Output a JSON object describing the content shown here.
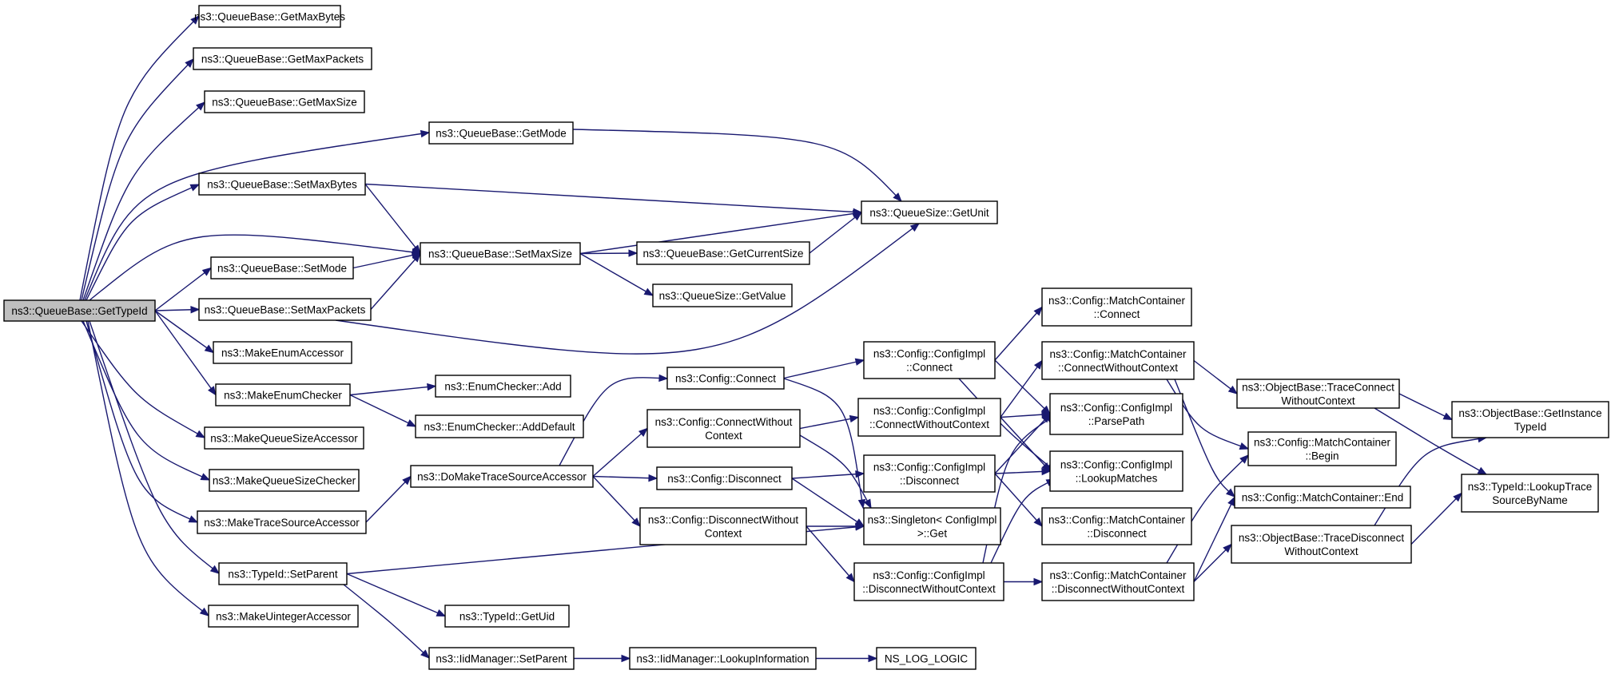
{
  "diagram": {
    "type": "call-graph",
    "colors": {
      "edge": "#191970",
      "root_fill": "#bfbfbf",
      "node_fill": "#ffffff",
      "node_border": "#000000"
    },
    "nodes": [
      {
        "id": "gettypeid",
        "lines": [
          "ns3::QueueBase::GetTypeId"
        ],
        "root": true
      },
      {
        "id": "getmaxbytes",
        "lines": [
          "ns3::QueueBase::GetMaxBytes"
        ]
      },
      {
        "id": "getmaxpackets",
        "lines": [
          "ns3::QueueBase::GetMaxPackets"
        ]
      },
      {
        "id": "getmaxsize",
        "lines": [
          "ns3::QueueBase::GetMaxSize"
        ]
      },
      {
        "id": "getmode",
        "lines": [
          "ns3::QueueBase::GetMode"
        ]
      },
      {
        "id": "setmaxbytes",
        "lines": [
          "ns3::QueueBase::SetMaxBytes"
        ]
      },
      {
        "id": "setmode",
        "lines": [
          "ns3::QueueBase::SetMode"
        ]
      },
      {
        "id": "setmaxpackets",
        "lines": [
          "ns3::QueueBase::SetMaxPackets"
        ]
      },
      {
        "id": "makeenumaccessor",
        "lines": [
          "ns3::MakeEnumAccessor"
        ]
      },
      {
        "id": "makeenumchecker",
        "lines": [
          "ns3::MakeEnumChecker"
        ]
      },
      {
        "id": "makequeuesizeaccessor",
        "lines": [
          "ns3::MakeQueueSizeAccessor"
        ]
      },
      {
        "id": "makequeuesizechecker",
        "lines": [
          "ns3::MakeQueueSizeChecker"
        ]
      },
      {
        "id": "maketracesourceaccessor",
        "lines": [
          "ns3::MakeTraceSourceAccessor"
        ]
      },
      {
        "id": "typeid_setparent",
        "lines": [
          "ns3::TypeId::SetParent"
        ]
      },
      {
        "id": "makeuintegeraccessor",
        "lines": [
          "ns3::MakeUintegerAccessor"
        ]
      },
      {
        "id": "setmaxsize",
        "lines": [
          "ns3::QueueBase::SetMaxSize"
        ]
      },
      {
        "id": "getunit",
        "lines": [
          "ns3::QueueSize::GetUnit"
        ]
      },
      {
        "id": "getcurrentsize",
        "lines": [
          "ns3::QueueBase::GetCurrentSize"
        ]
      },
      {
        "id": "getvalue",
        "lines": [
          "ns3::QueueSize::GetValue"
        ]
      },
      {
        "id": "enum_add",
        "lines": [
          "ns3::EnumChecker::Add"
        ]
      },
      {
        "id": "enum_adddefault",
        "lines": [
          "ns3::EnumChecker::AddDefault"
        ]
      },
      {
        "id": "domaketrace",
        "lines": [
          "ns3::DoMakeTraceSourceAccessor"
        ]
      },
      {
        "id": "typeid_getuid",
        "lines": [
          "ns3::TypeId::GetUid"
        ]
      },
      {
        "id": "iid_setparent",
        "lines": [
          "ns3::IidManager::SetParent"
        ]
      },
      {
        "id": "iid_lookupinfo",
        "lines": [
          "ns3::IidManager::LookupInformation"
        ]
      },
      {
        "id": "ns_log_logic",
        "lines": [
          "NS_LOG_LOGIC"
        ]
      },
      {
        "id": "cfg_connect",
        "lines": [
          "ns3::Config::Connect"
        ]
      },
      {
        "id": "cfg_connectwithout",
        "lines": [
          "ns3::Config::ConnectWithout",
          "Context"
        ]
      },
      {
        "id": "cfg_disconnect",
        "lines": [
          "ns3::Config::Disconnect"
        ]
      },
      {
        "id": "cfg_disconnectwithout",
        "lines": [
          "ns3::Config::DisconnectWithout",
          "Context"
        ]
      },
      {
        "id": "impl_connect",
        "lines": [
          "ns3::Config::ConfigImpl",
          "::Connect"
        ]
      },
      {
        "id": "impl_connectwithoutctx",
        "lines": [
          "ns3::Config::ConfigImpl",
          "::ConnectWithoutContext"
        ]
      },
      {
        "id": "impl_disconnect",
        "lines": [
          "ns3::Config::ConfigImpl",
          "::Disconnect"
        ]
      },
      {
        "id": "singleton_get",
        "lines": [
          "ns3::Singleton< ConfigImpl",
          " >::Get"
        ]
      },
      {
        "id": "impl_disconnectwithoutctx",
        "lines": [
          "ns3::Config::ConfigImpl",
          "::DisconnectWithoutContext"
        ]
      },
      {
        "id": "mc_connect",
        "lines": [
          "ns3::Config::MatchContainer",
          "::Connect"
        ]
      },
      {
        "id": "mc_connectwithoutctx",
        "lines": [
          "ns3::Config::MatchContainer",
          "::ConnectWithoutContext"
        ]
      },
      {
        "id": "impl_parsepath",
        "lines": [
          "ns3::Config::ConfigImpl",
          "::ParsePath"
        ]
      },
      {
        "id": "impl_lookupmatches",
        "lines": [
          "ns3::Config::ConfigImpl",
          "::LookupMatches"
        ]
      },
      {
        "id": "mc_disconnect",
        "lines": [
          "ns3::Config::MatchContainer",
          "::Disconnect"
        ]
      },
      {
        "id": "mc_disconnectwithoutctx",
        "lines": [
          "ns3::Config::MatchContainer",
          "::DisconnectWithoutContext"
        ]
      },
      {
        "id": "ob_traceconnect",
        "lines": [
          "ns3::ObjectBase::TraceConnect",
          "WithoutContext"
        ]
      },
      {
        "id": "mc_begin",
        "lines": [
          "ns3::Config::MatchContainer",
          "::Begin"
        ]
      },
      {
        "id": "mc_end",
        "lines": [
          "ns3::Config::MatchContainer::End"
        ]
      },
      {
        "id": "ob_tracedisconnect",
        "lines": [
          "ns3::ObjectBase::TraceDisconnect",
          "WithoutContext"
        ]
      },
      {
        "id": "ob_getinstancetypeid",
        "lines": [
          "ns3::ObjectBase::GetInstance",
          "TypeId"
        ]
      },
      {
        "id": "typeid_lookuptrace",
        "lines": [
          "ns3::TypeId::LookupTrace",
          "SourceByName"
        ]
      }
    ],
    "edges": [
      [
        "gettypeid",
        "getmaxbytes"
      ],
      [
        "gettypeid",
        "getmaxpackets"
      ],
      [
        "gettypeid",
        "getmaxsize"
      ],
      [
        "gettypeid",
        "getmode"
      ],
      [
        "gettypeid",
        "setmaxbytes"
      ],
      [
        "gettypeid",
        "setmaxsize"
      ],
      [
        "gettypeid",
        "setmode"
      ],
      [
        "gettypeid",
        "setmaxpackets"
      ],
      [
        "gettypeid",
        "makeenumaccessor"
      ],
      [
        "gettypeid",
        "makeenumchecker"
      ],
      [
        "gettypeid",
        "makequeuesizeaccessor"
      ],
      [
        "gettypeid",
        "makequeuesizechecker"
      ],
      [
        "gettypeid",
        "maketracesourceaccessor"
      ],
      [
        "gettypeid",
        "typeid_setparent"
      ],
      [
        "gettypeid",
        "makeuintegeraccessor"
      ],
      [
        "getmode",
        "getunit"
      ],
      [
        "setmaxbytes",
        "getunit"
      ],
      [
        "setmaxbytes",
        "setmaxsize"
      ],
      [
        "setmode",
        "setmaxsize"
      ],
      [
        "setmaxpackets",
        "setmaxsize"
      ],
      [
        "setmaxpackets",
        "getunit"
      ],
      [
        "setmaxsize",
        "getunit"
      ],
      [
        "setmaxsize",
        "getcurrentsize"
      ],
      [
        "setmaxsize",
        "getvalue"
      ],
      [
        "getcurrentsize",
        "getunit"
      ],
      [
        "makeenumchecker",
        "enum_add"
      ],
      [
        "makeenumchecker",
        "enum_adddefault"
      ],
      [
        "maketracesourceaccessor",
        "domaketrace"
      ],
      [
        "typeid_setparent",
        "singleton_get"
      ],
      [
        "typeid_setparent",
        "typeid_getuid"
      ],
      [
        "typeid_setparent",
        "iid_setparent"
      ],
      [
        "iid_setparent",
        "iid_lookupinfo"
      ],
      [
        "iid_lookupinfo",
        "ns_log_logic"
      ],
      [
        "domaketrace",
        "cfg_connect"
      ],
      [
        "domaketrace",
        "cfg_connectwithout"
      ],
      [
        "domaketrace",
        "cfg_disconnect"
      ],
      [
        "domaketrace",
        "cfg_disconnectwithout"
      ],
      [
        "cfg_connect",
        "impl_connect"
      ],
      [
        "cfg_connect",
        "singleton_get"
      ],
      [
        "cfg_connectwithout",
        "impl_connectwithoutctx"
      ],
      [
        "cfg_connectwithout",
        "singleton_get"
      ],
      [
        "cfg_disconnect",
        "impl_disconnect"
      ],
      [
        "cfg_disconnect",
        "singleton_get"
      ],
      [
        "cfg_disconnectwithout",
        "singleton_get"
      ],
      [
        "cfg_disconnectwithout",
        "impl_disconnectwithoutctx"
      ],
      [
        "impl_connect",
        "mc_connect"
      ],
      [
        "impl_connect",
        "impl_parsepath"
      ],
      [
        "impl_connect",
        "impl_lookupmatches"
      ],
      [
        "impl_connectwithoutctx",
        "mc_connectwithoutctx"
      ],
      [
        "impl_connectwithoutctx",
        "impl_parsepath"
      ],
      [
        "impl_connectwithoutctx",
        "impl_lookupmatches"
      ],
      [
        "impl_disconnect",
        "impl_parsepath"
      ],
      [
        "impl_disconnect",
        "impl_lookupmatches"
      ],
      [
        "impl_disconnect",
        "mc_disconnect"
      ],
      [
        "impl_disconnectwithoutctx",
        "impl_parsepath"
      ],
      [
        "impl_disconnectwithoutctx",
        "impl_lookupmatches"
      ],
      [
        "impl_disconnectwithoutctx",
        "mc_disconnectwithoutctx"
      ],
      [
        "mc_connectwithoutctx",
        "ob_traceconnect"
      ],
      [
        "mc_connectwithoutctx",
        "mc_begin"
      ],
      [
        "mc_connectwithoutctx",
        "mc_end"
      ],
      [
        "mc_disconnectwithoutctx",
        "mc_begin"
      ],
      [
        "mc_disconnectwithoutctx",
        "mc_end"
      ],
      [
        "mc_disconnectwithoutctx",
        "ob_tracedisconnect"
      ],
      [
        "ob_traceconnect",
        "ob_getinstancetypeid"
      ],
      [
        "ob_traceconnect",
        "typeid_lookuptrace"
      ],
      [
        "ob_tracedisconnect",
        "ob_getinstancetypeid"
      ],
      [
        "ob_tracedisconnect",
        "typeid_lookuptrace"
      ]
    ]
  }
}
